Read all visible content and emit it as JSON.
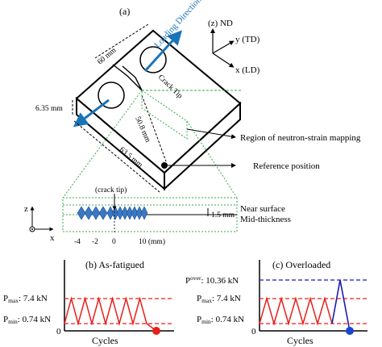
{
  "panel_a": {
    "label": "(a)",
    "coord_axes": {
      "z": "(z) ND",
      "y": "y (TD)",
      "x": "x (LD)"
    },
    "loading_direction": "Loading Direction",
    "dims": {
      "width": "60 mm",
      "thickness": "6.35 mm",
      "length": "63.5 mm",
      "crack_dist": "50.8 mm"
    },
    "crack_tip": "Crack Tip",
    "callouts": {
      "region": "Region of neutron-strain mapping",
      "reference": "Reference position"
    },
    "mapping": {
      "crack_tip": "(crack tip)",
      "near_surface": "Near surface",
      "mid_thickness": "Mid-thickness",
      "gap": "1.5 mm",
      "ticks": [
        "-4",
        "-2",
        "0",
        "10 (mm)"
      ],
      "axis_z": "z",
      "axis_x": "x"
    }
  },
  "panel_b": {
    "label": "(b) As-fatigued",
    "y_labels": {
      "pmax_main": "P",
      "pmax_sub": "max",
      "pmax_val": ": 7.4 kN",
      "pmin_main": "P",
      "pmin_sub": "min",
      "pmin_val": ": 0.74 kN",
      "zero": "0"
    },
    "x_label": "Cycles"
  },
  "panel_c": {
    "label": "(c) Overloaded",
    "y_labels": {
      "pover_main": "P",
      "pover_sub": "over",
      "pover_val": ": 10.36 kN",
      "pmax_main": "P",
      "pmax_sub": "max",
      "pmax_val": ": 7.4 kN",
      "pmin_main": "P",
      "pmin_sub": "min",
      "pmin_val": ": 0.74 kN",
      "zero": "0"
    },
    "x_label": "Cycles"
  },
  "colors": {
    "load": "#e8201c",
    "overload": "#1a1ab5",
    "arrow": "#1b74b8",
    "region": "#3aa84a",
    "end_marker_red": "#e8201c",
    "end_marker_blue": "#1a44d4"
  }
}
